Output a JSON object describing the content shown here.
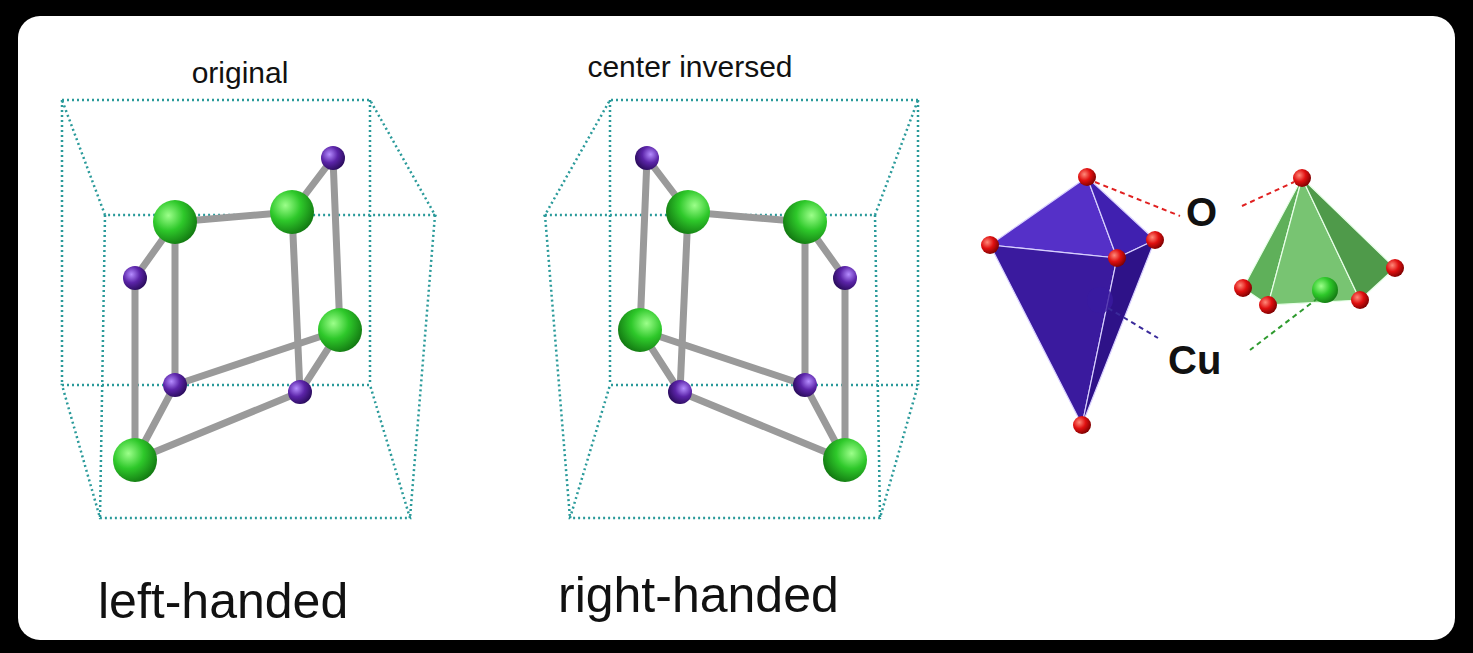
{
  "diagram": {
    "labels": [
      "original",
      "center inversed",
      "left-handed",
      "right-handed",
      "O",
      "Cu"
    ]
  }
}
